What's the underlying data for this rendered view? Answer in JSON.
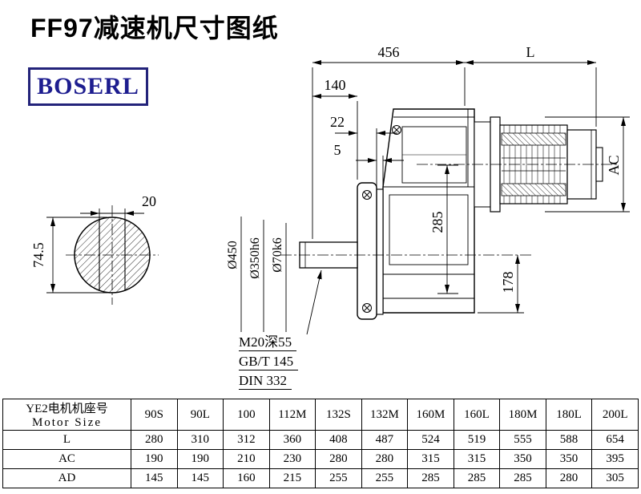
{
  "page": {
    "title": "FF97减速机尺寸图纸",
    "logo": "BOSERL"
  },
  "drawing": {
    "dims": {
      "d456": "456",
      "L": "L",
      "d140": "140",
      "d22": "22",
      "d5": "5",
      "d20": "20",
      "d74_5": "74.5",
      "d285": "285",
      "AC": "AC",
      "d178": "178",
      "dia450": "Ø450",
      "dia350": "Ø350h6",
      "dia70": "Ø70k6"
    },
    "notes": [
      "M20深55",
      "GB/T 145",
      "DIN 332"
    ]
  },
  "table": {
    "header_cn": "YE2电机机座号",
    "header_en": "Motor Size",
    "columns": [
      "90S",
      "90L",
      "100",
      "112M",
      "132S",
      "132M",
      "160M",
      "160L",
      "180M",
      "180L",
      "200L"
    ],
    "rows": [
      {
        "label": "L",
        "values": [
          280,
          310,
          312,
          360,
          408,
          487,
          524,
          519,
          555,
          588,
          654
        ]
      },
      {
        "label": "AC",
        "values": [
          190,
          190,
          210,
          230,
          280,
          280,
          315,
          315,
          350,
          350,
          395
        ]
      },
      {
        "label": "AD",
        "values": [
          145,
          145,
          160,
          215,
          255,
          255,
          285,
          285,
          285,
          280,
          305
        ]
      }
    ]
  }
}
